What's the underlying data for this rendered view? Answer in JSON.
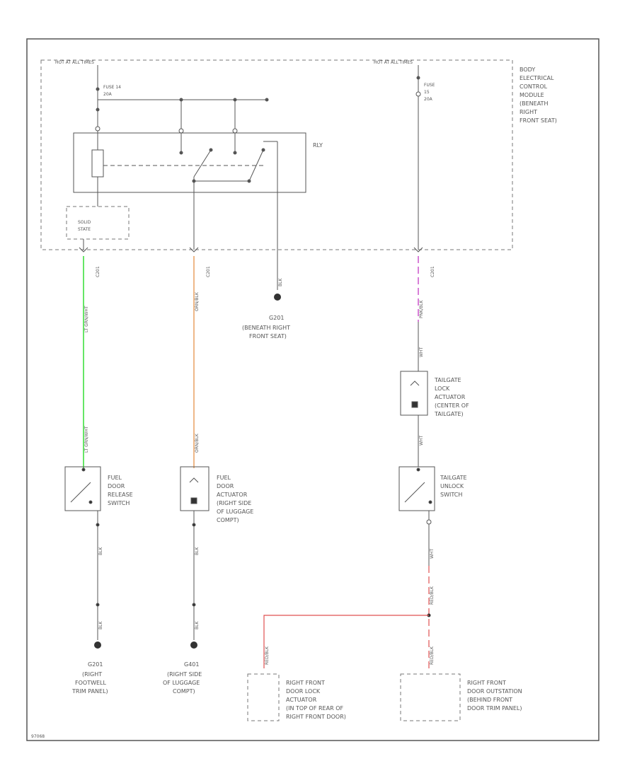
{
  "hot_at_all_times_left": "HOT AT ALL TIMES",
  "hot_at_all_times_right": "HOT AT ALL TIMES",
  "module_label": [
    "BODY",
    "ELECTRICAL",
    "CONTROL",
    "MODULE",
    "(BENEATH",
    "RIGHT",
    "FRONT SEAT)"
  ],
  "fuse_left": [
    "FUSE 14",
    "20A"
  ],
  "fuse_right": [
    "FUSE",
    "15",
    "20A"
  ],
  "relay_label": "RLY",
  "solid_state": [
    "SOLID",
    "STATE"
  ],
  "connector_codes": [
    "C201",
    "C201",
    "C201"
  ],
  "ground_center": {
    "code": "G201",
    "label": [
      "(BENEATH RIGHT",
      "FRONT SEAT)"
    ]
  },
  "tailgate_lock_actuator": [
    "TAILGATE",
    "LOCK",
    "ACTUATOR",
    "(CENTER OF",
    "TAILGATE)"
  ],
  "fuel_door_release_switch": [
    "FUEL",
    "DOOR",
    "RELEASE",
    "SWITCH"
  ],
  "fuel_door_actuator": [
    "FUEL",
    "DOOR",
    "ACTUATOR",
    "(RIGHT SIDE",
    "OF LUGGAGE",
    "COMPT)"
  ],
  "tailgate_unlock_switch": [
    "TAILGATE",
    "UNLOCK",
    "SWITCH"
  ],
  "ground_left": {
    "code": "G201",
    "label": [
      "(RIGHT",
      "FOOTWELL",
      "TRIM PANEL)"
    ]
  },
  "ground_mid": {
    "code": "G401",
    "label": [
      "(RIGHT SIDE",
      "OF LUGGAGE",
      "COMPT)"
    ]
  },
  "right_front_door_lock_actuator": [
    "RIGHT FRONT",
    "DOOR LOCK",
    "ACTUATOR",
    "(IN TOP OF REAR OF",
    "RIGHT FRONT DOOR)"
  ],
  "right_front_door_outstation": [
    "RIGHT FRONT",
    "DOOR OUTSTATION",
    "(BEHIND FRONT",
    "DOOR TRIM PANEL)"
  ],
  "wire_labels": {
    "green_upper": "LT GRN/WHT",
    "green_lower": "LT GRN/WHT",
    "orange_upper": "ORN/BLK",
    "orange_lower": "ORN/BLK",
    "ground_wire": "BLK",
    "pink_upper": "PNK/BLK",
    "tail_upper": "WHT",
    "tail_mid": "WHT",
    "tail_lower": "WHT",
    "red_drop": "RED/BLK",
    "left_blk_upper": "BLK",
    "left_blk_lower": "BLK",
    "mid_blk_upper": "BLK",
    "mid_blk_lower": "BLK",
    "red_left_drop": "RED/BLK",
    "red_right_drop": "RED/BLK"
  },
  "figure_id": "97068",
  "colors": {
    "line": "#555555",
    "green": "#33dd33",
    "orange": "#e8a060",
    "pink": "#cc55cc",
    "red": "#e05050"
  }
}
